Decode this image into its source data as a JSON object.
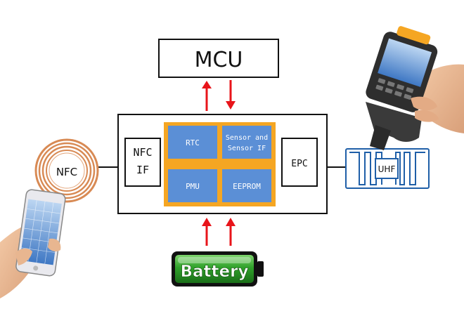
{
  "diagram": {
    "mcu_label": "MCU",
    "nfc_if_label_line1": "NFC",
    "nfc_if_label_line2": "IF",
    "epc_label": "EPC",
    "blocks": {
      "rtc": "RTC",
      "sensor_line1": "Sensor and",
      "sensor_line2": "Sensor IF",
      "pmu": "PMU",
      "eeprom": "EEPROM"
    },
    "battery_label": "Battery",
    "nfc_coil_label": "NFC",
    "uhf_antenna_label": "UHF"
  },
  "colors": {
    "core_fill": "#f5a623",
    "block_fill": "#5b8fd6",
    "arrow": "#e8141a",
    "battery_green": "#2fa12a",
    "coil": "#d88a54",
    "uhf_blue": "#1f5fa8"
  },
  "icons": [
    "smartphone-icon",
    "nfc-coil-icon",
    "handheld-scanner-icon",
    "uhf-antenna-icon",
    "battery-icon"
  ]
}
